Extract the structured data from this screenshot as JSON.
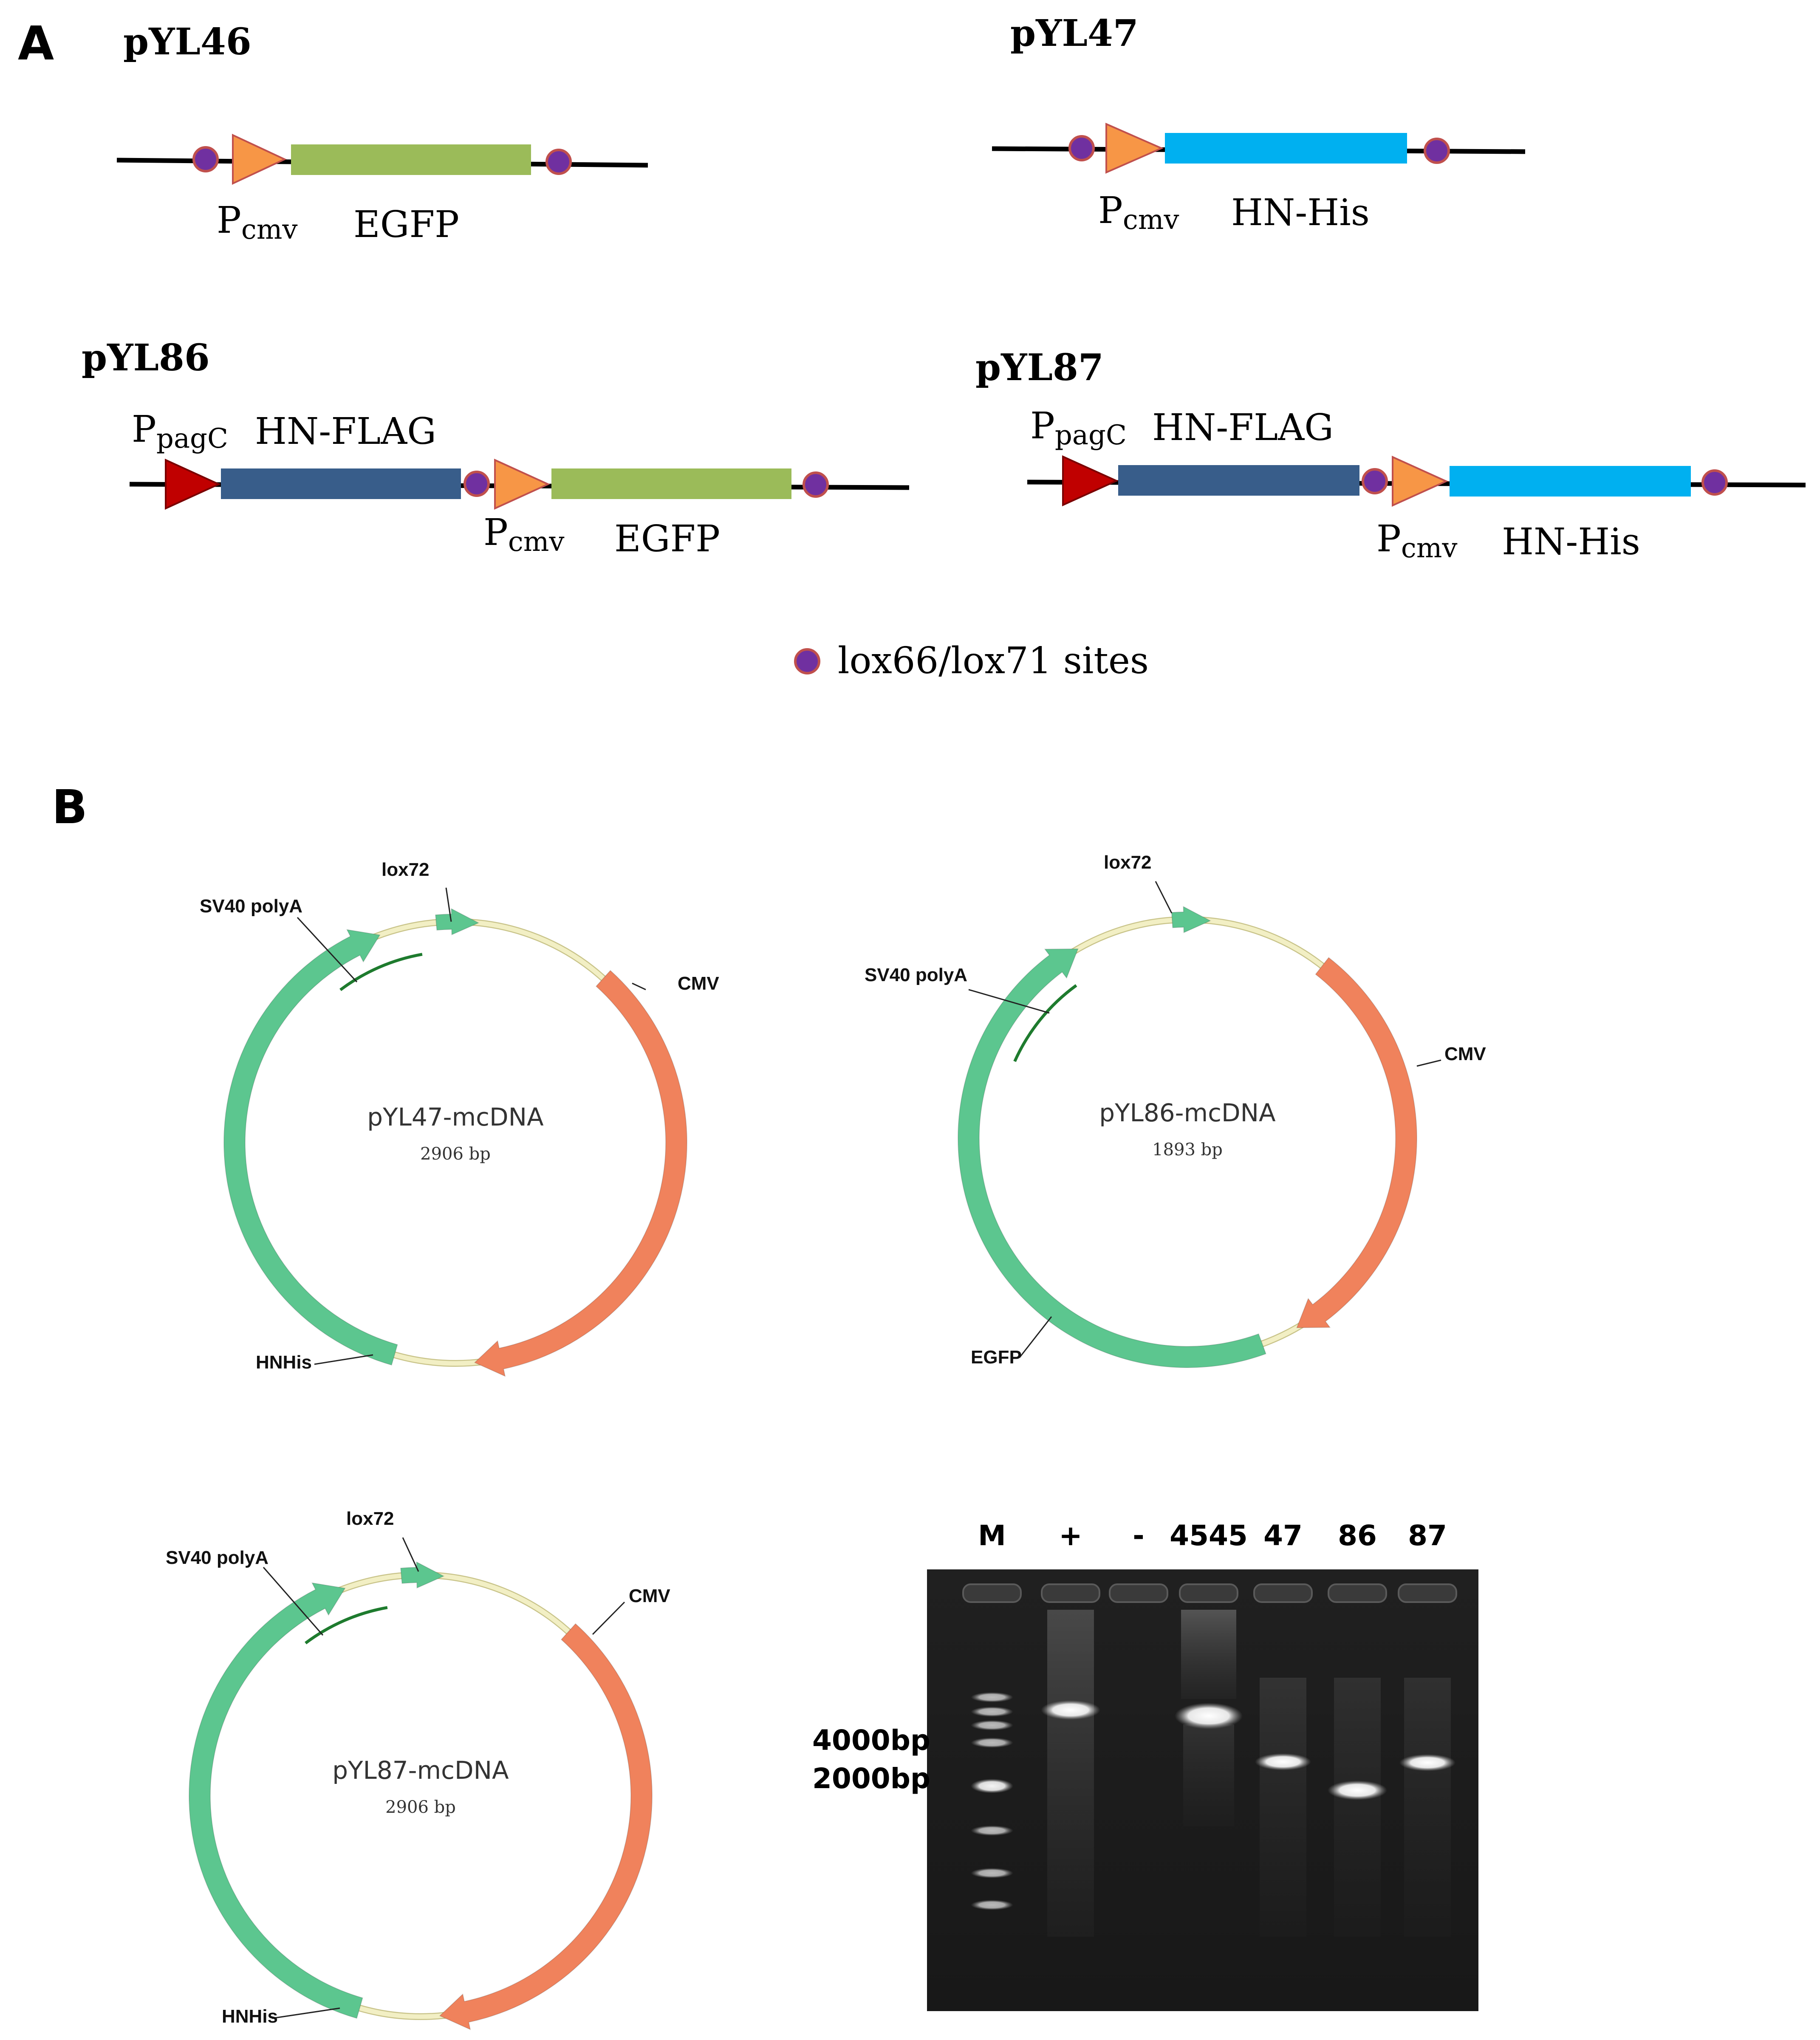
{
  "colors": {
    "egfp": "#9BBB59",
    "his": "#00B0F0",
    "flag": "#385D8A",
    "cmv_promoter": "#F79646",
    "pagc_promoter": "#C00000",
    "lox_fill": "#7030A0",
    "lox_stroke": "#C0504D",
    "plasmid_green": "#5CC68F",
    "plasmid_orange": "#F0825C",
    "backbone": "#F2EFC4",
    "polyA_line": "#1E7B2E"
  },
  "panel_a": {
    "letter": "A",
    "constructs": [
      {
        "name": "pYL46",
        "promoter_main": "P",
        "promoter_sub": "cmv",
        "gene": "EGFP"
      },
      {
        "name": "pYL47",
        "promoter_main": "P",
        "promoter_sub": "cmv",
        "gene": "HN-His"
      },
      {
        "name": "pYL86",
        "first_promoter_main": "P",
        "first_promoter_sub": "pagC",
        "first_gene": "HN-FLAG",
        "promoter_main": "P",
        "promoter_sub": "cmv",
        "gene": "EGFP"
      },
      {
        "name": "pYL87",
        "first_promoter_main": "P",
        "first_promoter_sub": "pagC",
        "first_gene": "HN-FLAG",
        "promoter_main": "P",
        "promoter_sub": "cmv",
        "gene": "HN-His"
      }
    ],
    "legend": "lox66/lox71 sites"
  },
  "panel_b": {
    "letter": "B",
    "plasmids": [
      {
        "name": "pYL47-mcDNA",
        "size": "2906 bp",
        "labels": {
          "lox": "lox72",
          "polya": "SV40 polyA",
          "promoter": "CMV",
          "gene": "HNHis"
        }
      },
      {
        "name": "pYL86-mcDNA",
        "size": "1893 bp",
        "labels": {
          "lox": "lox72",
          "polya": "SV40 polyA",
          "promoter": "CMV",
          "gene": "EGFP"
        }
      },
      {
        "name": "pYL87-mcDNA",
        "size": "2906 bp",
        "labels": {
          "lox": "lox72",
          "polya": "SV40 polyA",
          "promoter": "CMV",
          "gene": "HNHis"
        }
      }
    ],
    "gel": {
      "lanes": [
        "M",
        "+",
        "-",
        "4545",
        "47",
        "86",
        "87"
      ],
      "size_markers": [
        "4000bp",
        "2000bp"
      ]
    }
  }
}
